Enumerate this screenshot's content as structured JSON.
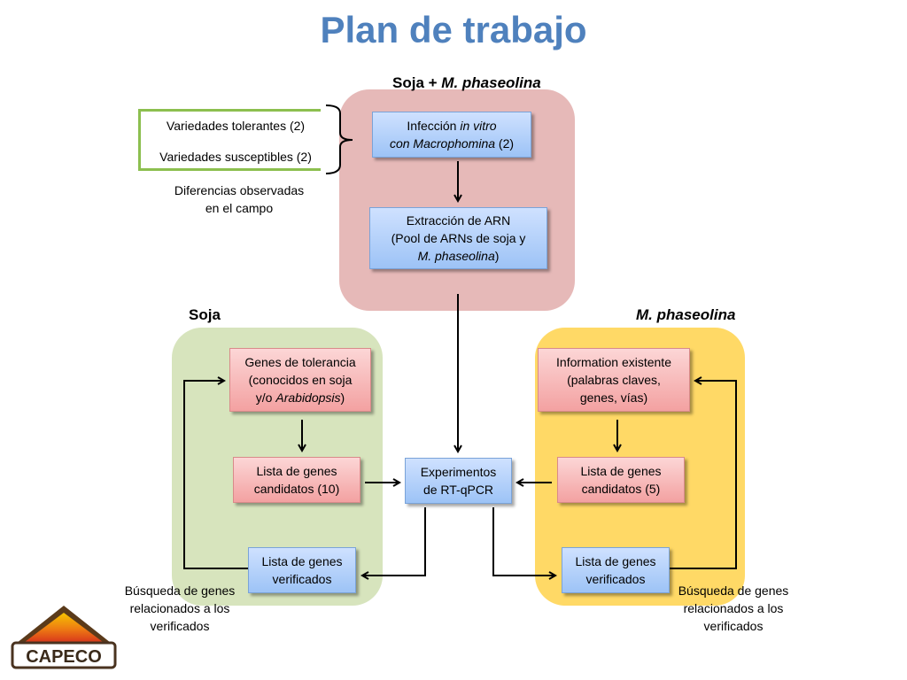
{
  "title": "Plan de trabajo",
  "sections": {
    "top_header_prefix": "Soja + ",
    "top_header_italic": "M. phaseolina",
    "left_header": "Soja",
    "right_header": "M. phaseolina"
  },
  "varieties": {
    "tolerant": "Variedades tolerantes (2)",
    "susceptible": "Variedades susceptibles (2)",
    "note_line1": "Diferencias observadas",
    "note_line2": "en el campo"
  },
  "boxes": {
    "infection_line1_a": "Infección ",
    "infection_line1_b": "in vitro",
    "infection_line2_a": "con Macrophomina",
    "infection_line2_b": " (2)",
    "extraction_line1": "Extracción de ARN",
    "extraction_line2": "(Pool de ARNs de soja y",
    "extraction_line3_a": "M. phaseolina",
    "extraction_line3_b": ")",
    "tolerance_line1": "Genes de tolerancia",
    "tolerance_line2": "(conocidos en soja",
    "tolerance_line3_a": "y/o ",
    "tolerance_line3_b": "Arabidopsis",
    "tolerance_line3_c": ")",
    "soy_candidates_line1": "Lista de genes",
    "soy_candidates_line2": "candidatos (10)",
    "soy_verified_line1": "Lista de genes",
    "soy_verified_line2": "verificados",
    "info_line1": "Information existente",
    "info_line2": "(palabras claves,",
    "info_line3": "genes, vías)",
    "mp_candidates_line1": "Lista de genes",
    "mp_candidates_line2": "candidatos (5)",
    "mp_verified_line1": "Lista de genes",
    "mp_verified_line2": "verificados",
    "rtqpcr_line1": "Experimentos",
    "rtqpcr_line2": "de RT-qPCR"
  },
  "search_notes": {
    "left_line1": "Búsqueda de genes",
    "left_line2": "relacionados a los",
    "left_line3": "verificados",
    "right_line1": "Búsqueda de genes",
    "right_line2": "relacionados a los",
    "right_line3": "verificados"
  },
  "logo": {
    "text": "CAPECO"
  },
  "colors": {
    "title": "#4f81bd",
    "panel_top": "#e6b9b8",
    "panel_left": "#d7e4bd",
    "panel_right": "#ffd966",
    "green_border": "#8cbf4f"
  }
}
